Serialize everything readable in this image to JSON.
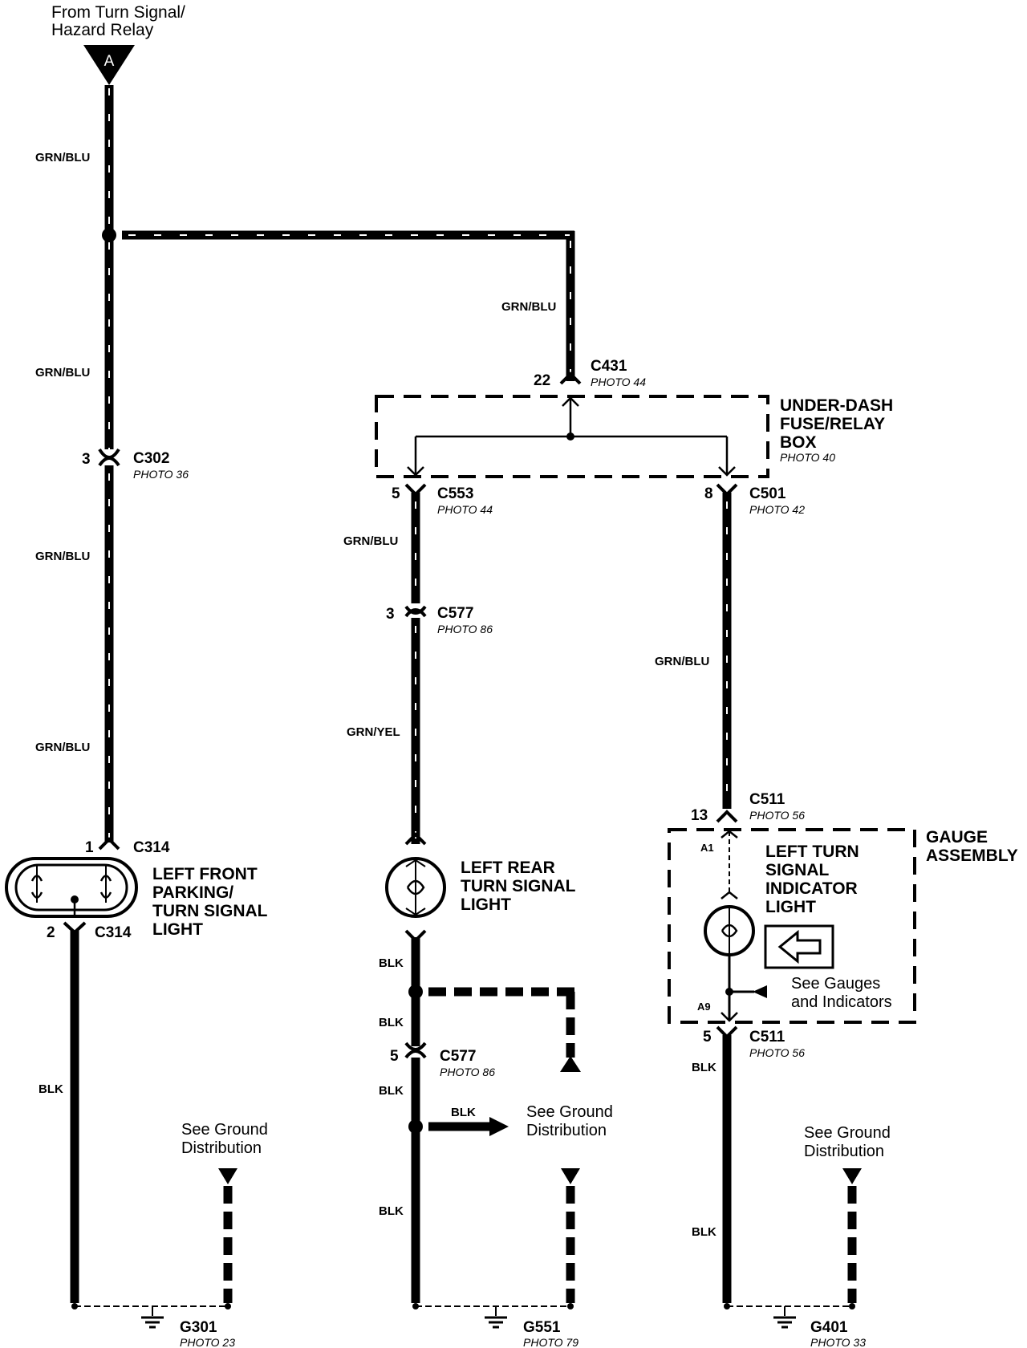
{
  "source": {
    "label_line1": "From Turn Signal/",
    "label_line2": "Hazard Relay",
    "marker": "A"
  },
  "wires": {
    "w1": "GRN/BLU",
    "w2": "GRN/BLU",
    "w3": "GRN/BLU",
    "w4": "GRN/BLU",
    "w5": "GRN/BLU",
    "w6": "GRN/BLU",
    "w7": "GRN/BLU",
    "w8": "GRN/YEL",
    "w9": "BLK",
    "w10": "BLK",
    "w11": "BLK",
    "w12": "BLK",
    "w13": "BLK",
    "w14": "BLK",
    "w15": "BLK",
    "w16": "BLK"
  },
  "connectors": {
    "c302": {
      "pin": "3",
      "name": "C302",
      "photo": "PHOTO 36"
    },
    "c314a": {
      "pin": "1",
      "name": "C314"
    },
    "c314b": {
      "pin": "2",
      "name": "C314"
    },
    "c431": {
      "pin": "22",
      "name": "C431",
      "photo": "PHOTO 44"
    },
    "c553": {
      "pin": "5",
      "name": "C553",
      "photo": "PHOTO 44"
    },
    "c501": {
      "pin": "8",
      "name": "C501",
      "photo": "PHOTO 42"
    },
    "c577a": {
      "pin": "3",
      "name": "C577",
      "photo": "PHOTO 86"
    },
    "c577b": {
      "pin": "5",
      "name": "C577",
      "photo": "PHOTO 86"
    },
    "c511a": {
      "pin": "13",
      "name": "C511",
      "photo": "PHOTO 56"
    },
    "c511b": {
      "pin": "5",
      "name": "C511",
      "photo": "PHOTO 56"
    }
  },
  "components": {
    "fuse_box": {
      "line1": "UNDER-DASH",
      "line2": "FUSE/RELAY",
      "line3": "BOX",
      "photo": "PHOTO 40"
    },
    "front_light": {
      "line1": "LEFT FRONT",
      "line2": "PARKING/",
      "line3": "TURN SIGNAL",
      "line4": "LIGHT"
    },
    "rear_light": {
      "line1": "LEFT REAR",
      "line2": "TURN SIGNAL",
      "line3": "LIGHT"
    },
    "gauge": {
      "line1": "GAUGE",
      "line2": "ASSEMBLY",
      "pin_top": "A1",
      "pin_bottom": "A9"
    },
    "indicator": {
      "line1": "LEFT TURN",
      "line2": "SIGNAL",
      "line3": "INDICATOR",
      "line4": "LIGHT"
    }
  },
  "references": {
    "gauges": {
      "line1": "See Gauges",
      "line2": "and Indicators"
    },
    "ground1": {
      "line1": "See Ground",
      "line2": "Distribution"
    },
    "ground2": {
      "line1": "See Ground",
      "line2": "Distribution"
    },
    "ground3": {
      "line1": "See Ground",
      "line2": "Distribution"
    }
  },
  "grounds": {
    "g301": {
      "name": "G301",
      "photo": "PHOTO 23"
    },
    "g551": {
      "name": "G551",
      "photo": "PHOTO 79"
    },
    "g401": {
      "name": "G401",
      "photo": "PHOTO 33"
    }
  }
}
